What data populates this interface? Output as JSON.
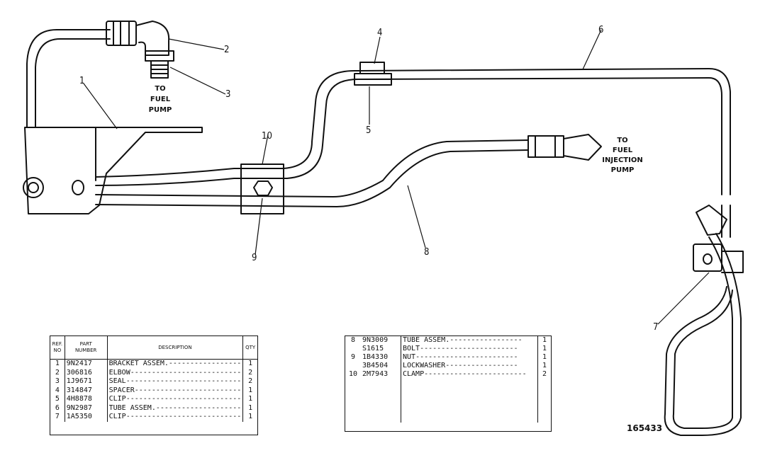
{
  "callouts": [
    "1",
    "2",
    "3",
    "4",
    "5",
    "6",
    "7",
    "8",
    "9",
    "10"
  ],
  "notes": {
    "fuel_pump": [
      "TO",
      "FUEL",
      "PUMP"
    ],
    "injection_pump": [
      "TO",
      "FUEL",
      "INJECTION",
      "PUMP"
    ]
  },
  "parts_table_left": {
    "headers": {
      "ref_line1": "REF.",
      "ref_line2": "NO",
      "part_line1": "PART",
      "part_line2": "NUMBER",
      "description": "DESCRIPTION",
      "qty": "QTY"
    },
    "rows": [
      {
        "ref": "1",
        "part": "9N2417",
        "desc": "BRACKET ASSEM.",
        "qty": "1"
      },
      {
        "ref": "2",
        "part": "306816",
        "desc": "ELBOW",
        "qty": "2"
      },
      {
        "ref": "3",
        "part": "1J9671",
        "desc": "SEAL",
        "qty": "2"
      },
      {
        "ref": "4",
        "part": "314847",
        "desc": "SPACER",
        "qty": "1"
      },
      {
        "ref": "5",
        "part": "4H8878",
        "desc": "CLIP",
        "qty": "1"
      },
      {
        "ref": "6",
        "part": "9N2987",
        "desc": "TUBE ASSEM.",
        "qty": "1"
      },
      {
        "ref": "7",
        "part": "1A5350",
        "desc": "CLIP",
        "qty": "1"
      }
    ]
  },
  "parts_table_right": {
    "rows": [
      {
        "ref": "8",
        "part": "9N3009",
        "desc": "TUBE ASSEM.",
        "qty": "1"
      },
      {
        "ref": "",
        "part": "S1615",
        "desc": "BOLT",
        "qty": "1"
      },
      {
        "ref": "9",
        "part": "1B4330",
        "desc": "NUT",
        "qty": "1"
      },
      {
        "ref": "",
        "part": "3B4504",
        "desc": "LOCKWASHER",
        "qty": "1"
      },
      {
        "ref": "10",
        "part": "2M7943",
        "desc": "CLAMP",
        "qty": "2"
      }
    ]
  },
  "figure_number": "165433"
}
